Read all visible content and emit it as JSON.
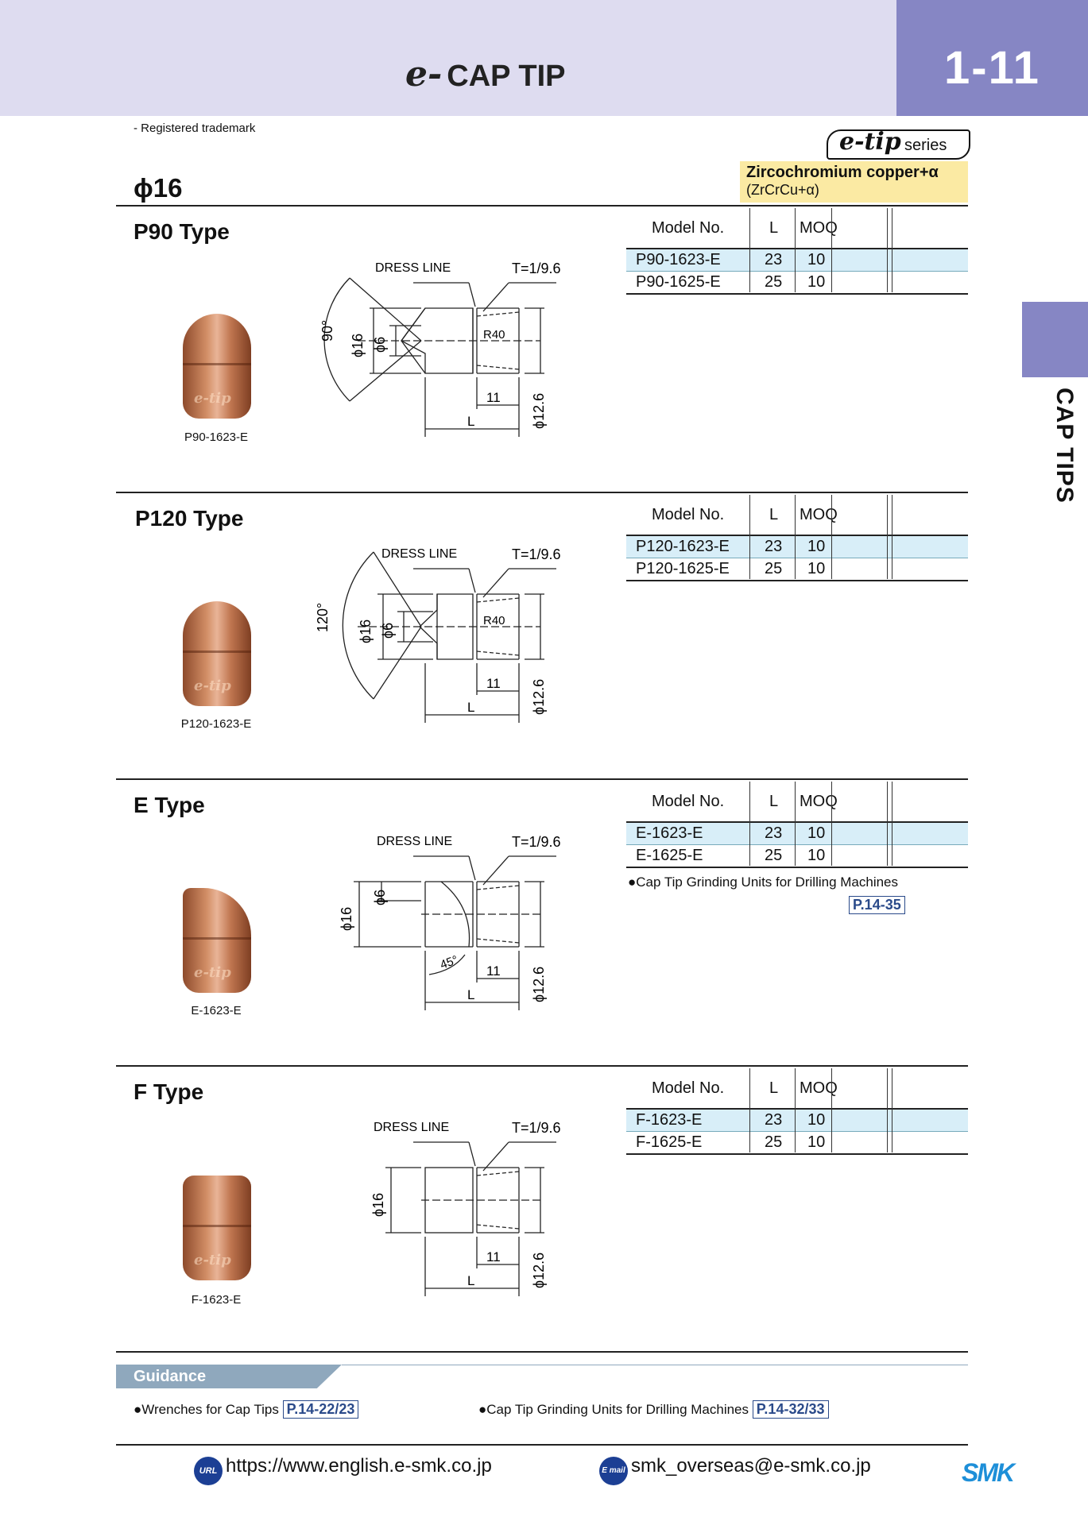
{
  "header": {
    "logo": "e-",
    "title": "CAP TIP",
    "page_number": "1-11"
  },
  "trademark": "- Registered trademark",
  "series": {
    "logo": "e-tip",
    "word": "series"
  },
  "material": {
    "name": "Zircochromium copper+α",
    "formula": "(ZrCrCu+α)"
  },
  "diameter": "ϕ16",
  "side_tab": "CAP TIPS",
  "table_headers": {
    "model": "Model No.",
    "l": "L",
    "moq": "MOQ"
  },
  "drawing_labels": {
    "dress_line": "DRESS LINE",
    "taper": "T=1/9.6",
    "r40": "R40",
    "d16": "ϕ16",
    "d6": "ϕ6",
    "d126": "ϕ12.6",
    "len11": "11",
    "len_l": "L",
    "a90": "90°",
    "a120": "120°",
    "a45": "45°"
  },
  "tip_mark": "e-tip",
  "sections": [
    {
      "title": "P90 Type",
      "caption": "P90-1623-E",
      "rows": [
        {
          "model": "P90-1623-E",
          "l": "23",
          "moq": "10"
        },
        {
          "model": "P90-1625-E",
          "l": "25",
          "moq": "10"
        }
      ]
    },
    {
      "title": "P120 Type",
      "caption": "P120-1623-E",
      "rows": [
        {
          "model": "P120-1623-E",
          "l": "23",
          "moq": "10"
        },
        {
          "model": "P120-1625-E",
          "l": "25",
          "moq": "10"
        }
      ]
    },
    {
      "title": "E Type",
      "caption": "E-1623-E",
      "rows": [
        {
          "model": "E-1623-E",
          "l": "23",
          "moq": "10"
        },
        {
          "model": "E-1625-E",
          "l": "25",
          "moq": "10"
        }
      ],
      "note": "●Cap Tip Grinding Units for Drilling Machines",
      "note_link": "P.14-35"
    },
    {
      "title": "F Type",
      "caption": "F-1623-E",
      "rows": [
        {
          "model": "F-1623-E",
          "l": "23",
          "moq": "10"
        },
        {
          "model": "F-1625-E",
          "l": "25",
          "moq": "10"
        }
      ]
    }
  ],
  "guidance": {
    "label": "Guidance",
    "items": [
      {
        "text": "●Wrenches for Cap Tips",
        "link": "P.14-22/23"
      },
      {
        "text": "●Cap Tip Grinding Units for Drilling Machines",
        "link": "P.14-32/33"
      }
    ]
  },
  "footer": {
    "url_icon": "URL",
    "url": "https://www.english.e-smk.co.jp",
    "mail_icon": "E mail",
    "email": "smk_overseas@e-smk.co.jp",
    "logo": "SMK"
  }
}
